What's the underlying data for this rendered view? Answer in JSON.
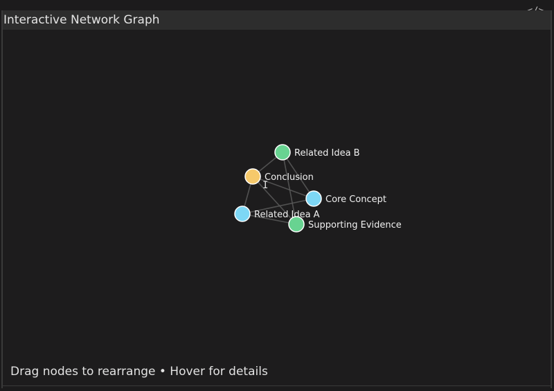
{
  "header": {
    "title": "Interactive Network Graph",
    "code_toggle_icon": "code-brackets-icon",
    "code_toggle_glyph": "</>"
  },
  "graph": {
    "nodes": [
      {
        "id": "related-idea-b",
        "label": "Related Idea B",
        "group": "related",
        "color": "#68d391"
      },
      {
        "id": "conclusion",
        "label": "Conclusion",
        "group": "conclusion",
        "color": "#f6c96b"
      },
      {
        "id": "core-concept",
        "label": "Core Concept",
        "group": "core",
        "color": "#7dd7f5"
      },
      {
        "id": "related-idea-a",
        "label": "Related Idea A",
        "group": "core",
        "color": "#7dd7f5"
      },
      {
        "id": "supporting-evidence",
        "label": "Supporting Evidence",
        "group": "related",
        "color": "#68d391"
      }
    ],
    "edges": [
      {
        "source": "related-idea-b",
        "target": "core-concept"
      },
      {
        "source": "related-idea-b",
        "target": "supporting-evidence"
      },
      {
        "source": "conclusion",
        "target": "core-concept"
      },
      {
        "source": "conclusion",
        "target": "supporting-evidence"
      },
      {
        "source": "related-idea-a",
        "target": "core-concept"
      },
      {
        "source": "related-idea-a",
        "target": "supporting-evidence"
      },
      {
        "source": "conclusion",
        "target": "related-idea-b"
      },
      {
        "source": "related-idea-a",
        "target": "conclusion"
      }
    ],
    "edge_color": "#5a5a5a"
  },
  "footer": {
    "hint": "Drag nodes to rearrange • Hover for details"
  },
  "cursor": {
    "glyph": "I",
    "icon": "text-cursor-icon"
  }
}
